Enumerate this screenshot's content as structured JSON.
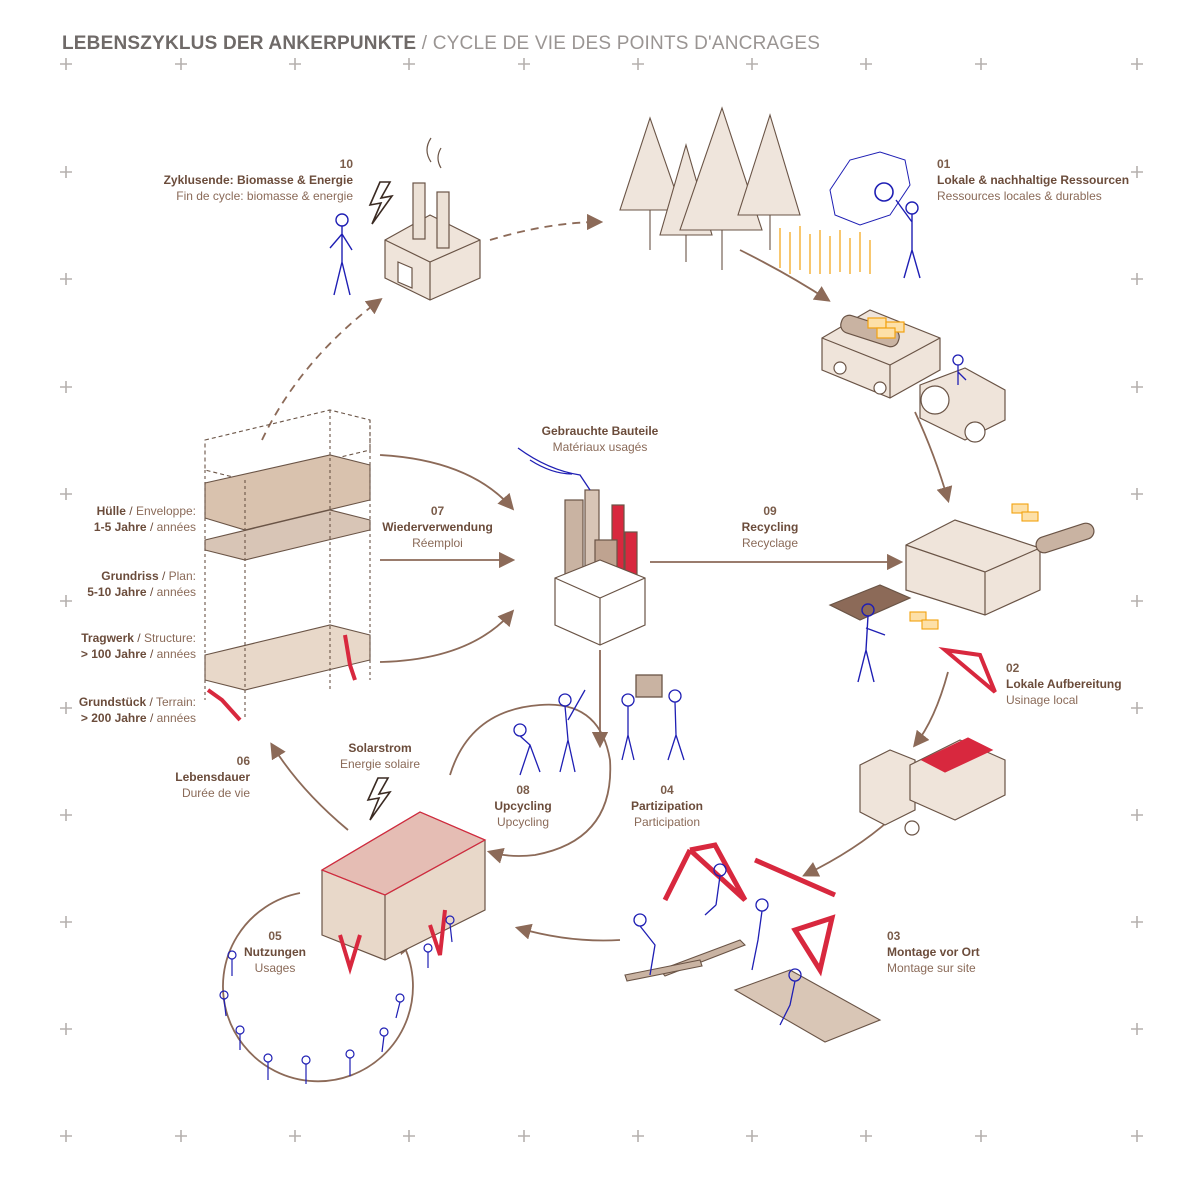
{
  "title": {
    "de": "LEBENSZYKLUS DER ANKERPUNKTE",
    "separator": " / ",
    "fr": "CYCLE DE VIE DES POINTS D'ANCRAGES"
  },
  "steps": {
    "s01": {
      "num": "01",
      "de": "Lokale & nachhaltige Ressourcen",
      "fr": "Ressources locales & durables"
    },
    "s02": {
      "num": "02",
      "de": "Lokale Aufbereitung",
      "fr": "Usinage local"
    },
    "s03": {
      "num": "03",
      "de": "Montage vor Ort",
      "fr": "Montage sur site"
    },
    "s04": {
      "num": "04",
      "de": "Partizipation",
      "fr": "Participation"
    },
    "s05": {
      "num": "05",
      "de": "Nutzungen",
      "fr": "Usages"
    },
    "s06": {
      "num": "06",
      "de": "Lebensdauer",
      "fr": "Durée de vie"
    },
    "s07": {
      "num": "07",
      "de": "Wiederverwendung",
      "fr": "Réemploi"
    },
    "s08": {
      "num": "08",
      "de": "Upcycling",
      "fr": "Upcycling"
    },
    "s09": {
      "num": "09",
      "de": "Recycling",
      "fr": "Recyclage"
    },
    "s10": {
      "num": "10",
      "de": "Zyklusende: Biomasse & Energie",
      "fr": "Fin de cycle: biomasse & energie"
    }
  },
  "used_parts": {
    "de": "Gebrauchte Bauteile",
    "fr": "Matériaux usagés"
  },
  "solar": {
    "de": "Solarstrom",
    "fr": "Energie solaire"
  },
  "lifespans": [
    {
      "de_part": "Hülle",
      "fr_part": "Enveloppe:",
      "de_time": "1-5 Jahre",
      "fr_time": "années"
    },
    {
      "de_part": "Grundriss",
      "fr_part": "Plan:",
      "de_time": "5-10 Jahre",
      "fr_time": "années"
    },
    {
      "de_part": "Tragwerk",
      "fr_part": "Structure:",
      "de_time": "> 100 Jahre",
      "fr_time": "années"
    },
    {
      "de_part": "Grundstück",
      "fr_part": "Terrain:",
      "de_time": "> 200 Jahre",
      "fr_time": "années"
    }
  ],
  "colors": {
    "arrow": "#8c6a58",
    "wood": "#e3d2c3",
    "wood_dark": "#b89a85",
    "outline": "#6a5446",
    "figure": "#1f1fb4",
    "steel": "#d8283e",
    "straw": "#f2a20f",
    "grid_cross": "#b5b0ae"
  }
}
